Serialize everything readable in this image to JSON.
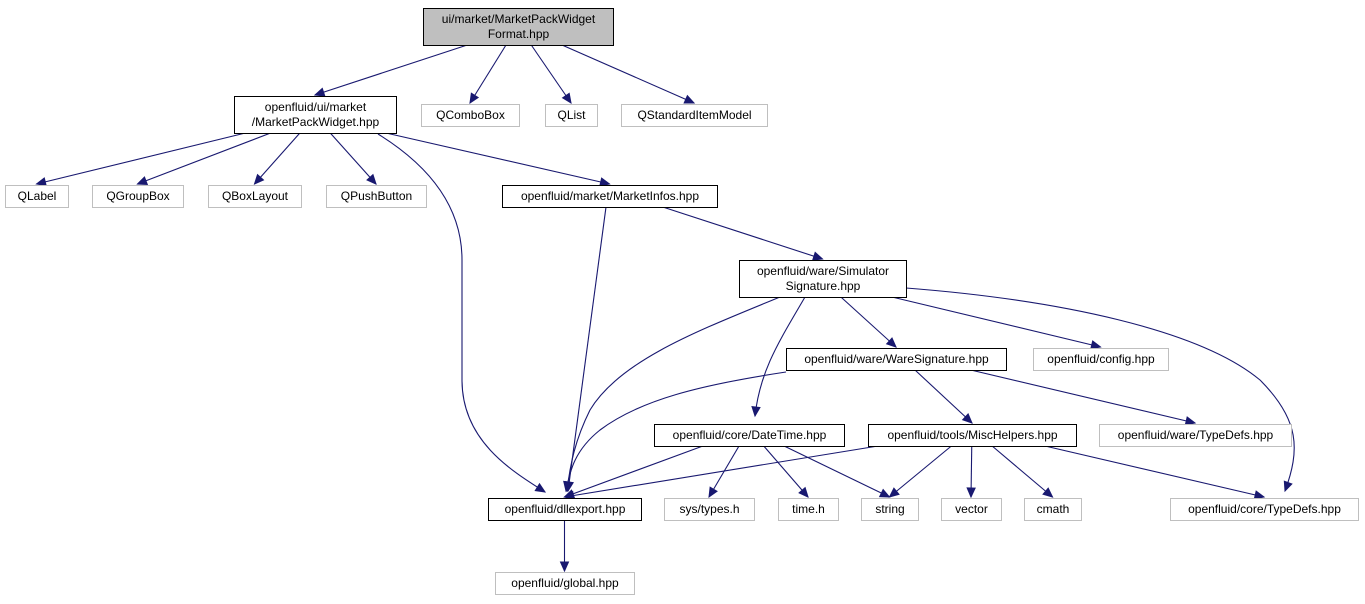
{
  "nodes": [
    {
      "id": "root",
      "lines": [
        "ui/market/MarketPackWidget",
        "Format.hpp"
      ],
      "kind": "root"
    },
    {
      "id": "mpw",
      "lines": [
        "openfluid/ui/market",
        "/MarketPackWidget.hpp"
      ],
      "kind": "strong"
    },
    {
      "id": "qcombo",
      "lines": [
        "QComboBox"
      ],
      "kind": "weak"
    },
    {
      "id": "qlist",
      "lines": [
        "QList"
      ],
      "kind": "weak"
    },
    {
      "id": "qsim",
      "lines": [
        "QStandardItemModel"
      ],
      "kind": "weak"
    },
    {
      "id": "qlabel",
      "lines": [
        "QLabel"
      ],
      "kind": "weak"
    },
    {
      "id": "qgroup",
      "lines": [
        "QGroupBox"
      ],
      "kind": "weak"
    },
    {
      "id": "qbox",
      "lines": [
        "QBoxLayout"
      ],
      "kind": "weak"
    },
    {
      "id": "qpush",
      "lines": [
        "QPushButton"
      ],
      "kind": "weak"
    },
    {
      "id": "minfos",
      "lines": [
        "openfluid/market/MarketInfos.hpp"
      ],
      "kind": "strong"
    },
    {
      "id": "simsig",
      "lines": [
        "openfluid/ware/Simulator",
        "Signature.hpp"
      ],
      "kind": "strong"
    },
    {
      "id": "config",
      "lines": [
        "openfluid/config.hpp"
      ],
      "kind": "weak"
    },
    {
      "id": "waresig",
      "lines": [
        "openfluid/ware/WareSignature.hpp"
      ],
      "kind": "strong"
    },
    {
      "id": "datetime",
      "lines": [
        "openfluid/core/DateTime.hpp"
      ],
      "kind": "strong"
    },
    {
      "id": "misc",
      "lines": [
        "openfluid/tools/MiscHelpers.hpp"
      ],
      "kind": "strong"
    },
    {
      "id": "waretd",
      "lines": [
        "openfluid/ware/TypeDefs.hpp"
      ],
      "kind": "weak"
    },
    {
      "id": "dllexport",
      "lines": [
        "openfluid/dllexport.hpp"
      ],
      "kind": "strong"
    },
    {
      "id": "systypes",
      "lines": [
        "sys/types.h"
      ],
      "kind": "weak"
    },
    {
      "id": "timeh",
      "lines": [
        "time.h"
      ],
      "kind": "weak"
    },
    {
      "id": "string",
      "lines": [
        "string"
      ],
      "kind": "weak"
    },
    {
      "id": "vector",
      "lines": [
        "vector"
      ],
      "kind": "weak"
    },
    {
      "id": "cmath",
      "lines": [
        "cmath"
      ],
      "kind": "weak"
    },
    {
      "id": "coretd",
      "lines": [
        "openfluid/core/TypeDefs.hpp"
      ],
      "kind": "weak"
    },
    {
      "id": "global",
      "lines": [
        "openfluid/global.hpp"
      ],
      "kind": "weak"
    }
  ],
  "edges": [
    {
      "from": "root",
      "to": "mpw"
    },
    {
      "from": "root",
      "to": "qcombo"
    },
    {
      "from": "root",
      "to": "qlist"
    },
    {
      "from": "root",
      "to": "qsim"
    },
    {
      "from": "mpw",
      "to": "qlabel"
    },
    {
      "from": "mpw",
      "to": "qgroup"
    },
    {
      "from": "mpw",
      "to": "qbox"
    },
    {
      "from": "mpw",
      "to": "qpush"
    },
    {
      "from": "mpw",
      "to": "minfos"
    },
    {
      "from": "mpw",
      "to": "dllexport"
    },
    {
      "from": "minfos",
      "to": "dllexport"
    },
    {
      "from": "minfos",
      "to": "simsig"
    },
    {
      "from": "simsig",
      "to": "dllexport"
    },
    {
      "from": "simsig",
      "to": "datetime"
    },
    {
      "from": "simsig",
      "to": "waresig"
    },
    {
      "from": "simsig",
      "to": "config"
    },
    {
      "from": "simsig",
      "to": "coretd"
    },
    {
      "from": "waresig",
      "to": "dllexport"
    },
    {
      "from": "waresig",
      "to": "misc"
    },
    {
      "from": "waresig",
      "to": "waretd"
    },
    {
      "from": "datetime",
      "to": "dllexport"
    },
    {
      "from": "datetime",
      "to": "systypes"
    },
    {
      "from": "datetime",
      "to": "timeh"
    },
    {
      "from": "datetime",
      "to": "string"
    },
    {
      "from": "misc",
      "to": "dllexport"
    },
    {
      "from": "misc",
      "to": "string"
    },
    {
      "from": "misc",
      "to": "vector"
    },
    {
      "from": "misc",
      "to": "cmath"
    },
    {
      "from": "misc",
      "to": "coretd"
    },
    {
      "from": "dllexport",
      "to": "global"
    }
  ],
  "colors": {
    "edge": "#191970",
    "root_fill": "#bfbfbf",
    "weak_border": "#bfbfbf",
    "strong_border": "#000000"
  }
}
